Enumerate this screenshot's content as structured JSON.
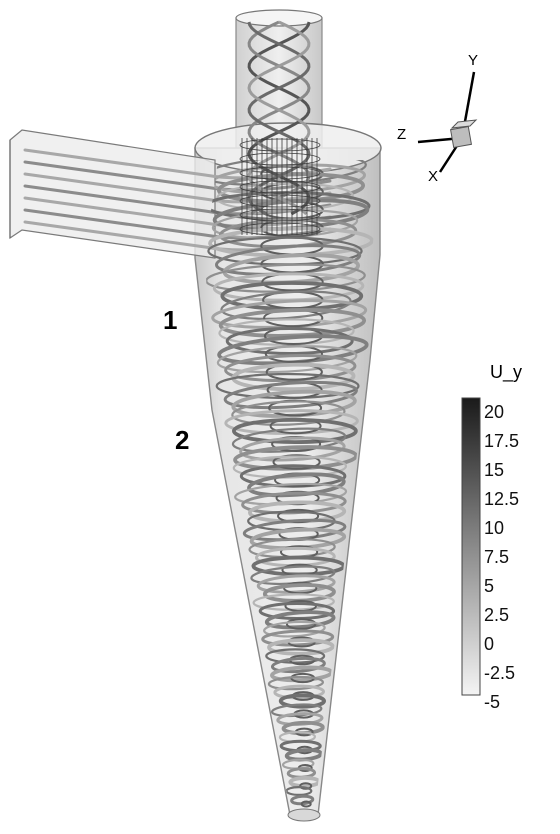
{
  "figure": {
    "region_labels": [
      "1",
      "2"
    ],
    "axis_triad": {
      "y": "Y",
      "z": "Z",
      "x": "X"
    },
    "colorbar": {
      "title": "U_y",
      "ticks": [
        "20",
        "17.5",
        "15",
        "12.5",
        "10",
        "7.5",
        "5",
        "2.5",
        "0",
        "-2.5",
        "-5"
      ],
      "range": [
        -5,
        20
      ],
      "color_high": "#1a1a1a",
      "color_low": "#f4f4f4"
    }
  }
}
